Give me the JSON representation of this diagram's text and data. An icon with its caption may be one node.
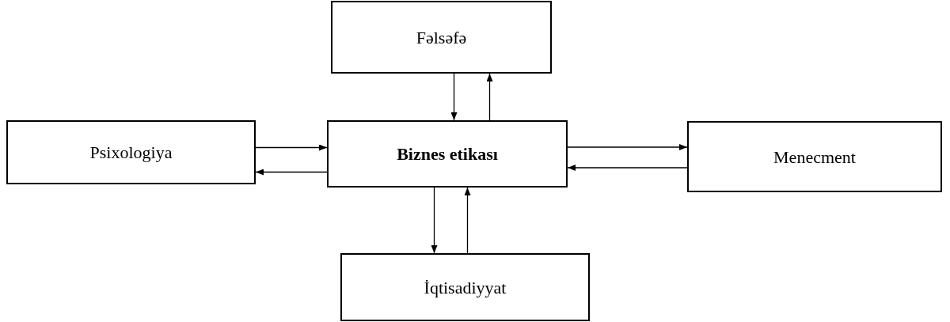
{
  "diagram": {
    "nodes": [
      {
        "text": [
          "Fəlsəfə"
        ]
      },
      {
        "text": [
          "Psixologiya"
        ]
      },
      {
        "text": [
          "Biznes etikası"
        ]
      },
      {
        "text": [
          "Menecment"
        ]
      },
      {
        "text": [
          "İqtisadiyyat"
        ]
      }
    ],
    "edges": [
      {
        "from": 0,
        "to": 2,
        "arrow": "to"
      },
      {
        "from": 2,
        "to": 0,
        "arrow": "to"
      },
      {
        "from": 1,
        "to": 2,
        "arrow": "to"
      },
      {
        "from": 2,
        "to": 1,
        "arrow": "to"
      },
      {
        "from": 2,
        "to": 3,
        "arrow": "to"
      },
      {
        "from": 3,
        "to": 2,
        "arrow": "to"
      },
      {
        "from": 2,
        "to": 4,
        "arrow": "to"
      },
      {
        "from": 4,
        "to": 2,
        "arrow": "to"
      }
    ]
  }
}
